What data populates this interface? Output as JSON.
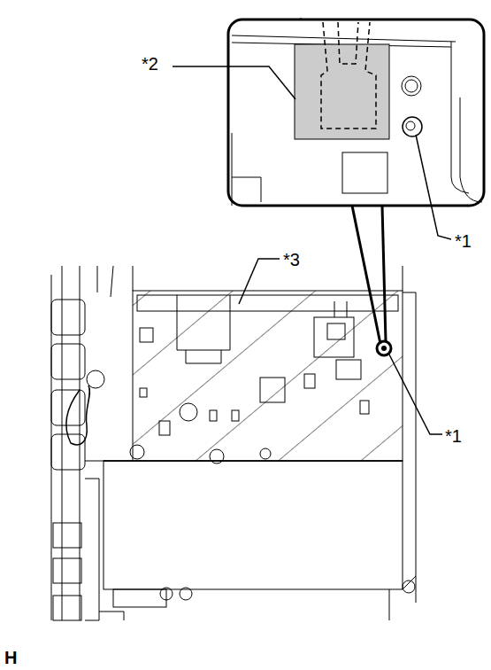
{
  "diagram": {
    "labels": [
      "*2",
      "*1",
      "*3",
      "*1",
      "H"
    ]
  }
}
